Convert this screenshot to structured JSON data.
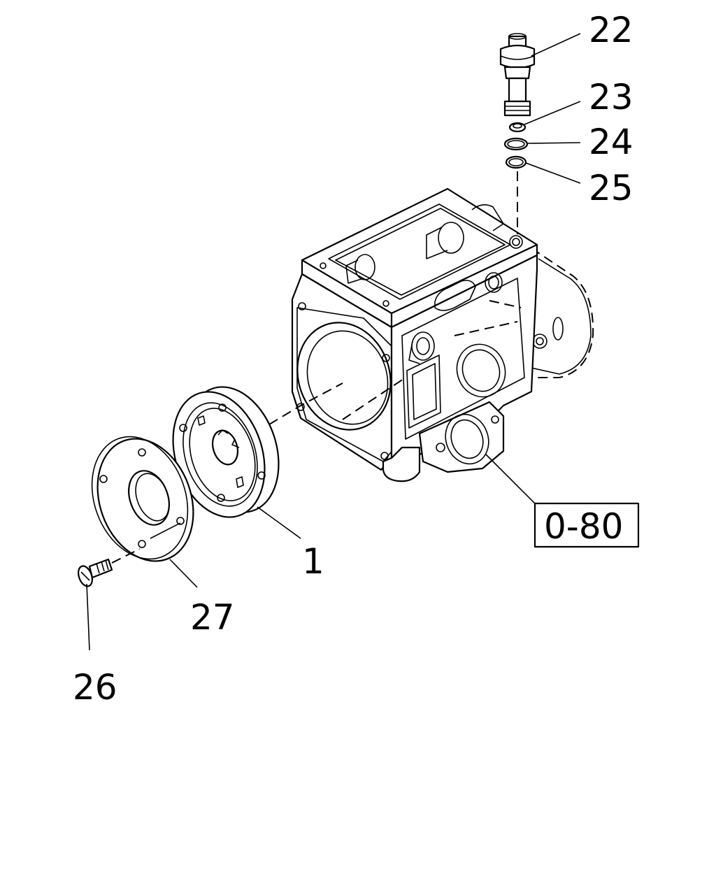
{
  "callouts": {
    "p22": "22",
    "p23": "23",
    "p24": "24",
    "p25": "25",
    "p1": "1",
    "p27": "27",
    "p26": "26",
    "ref": "0-80"
  }
}
